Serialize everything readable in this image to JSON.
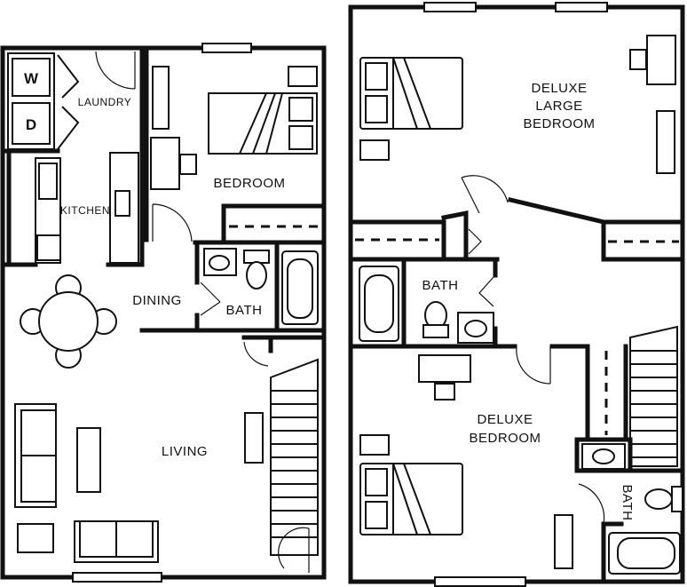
{
  "left_unit": {
    "washer": "W",
    "dryer": "D",
    "laundry": "LAUNDRY",
    "kitchen": "KITCHEN",
    "bedroom": "BEDROOM",
    "dining": "DINING",
    "bath": "BATH",
    "living": "LIVING"
  },
  "right_unit": {
    "large_bedroom": [
      "DELUXE",
      "LARGE",
      "BEDROOM"
    ],
    "bath_upper": "BATH",
    "bedroom": [
      "DELUXE",
      "BEDROOM"
    ],
    "bath_lower": "BATH"
  }
}
